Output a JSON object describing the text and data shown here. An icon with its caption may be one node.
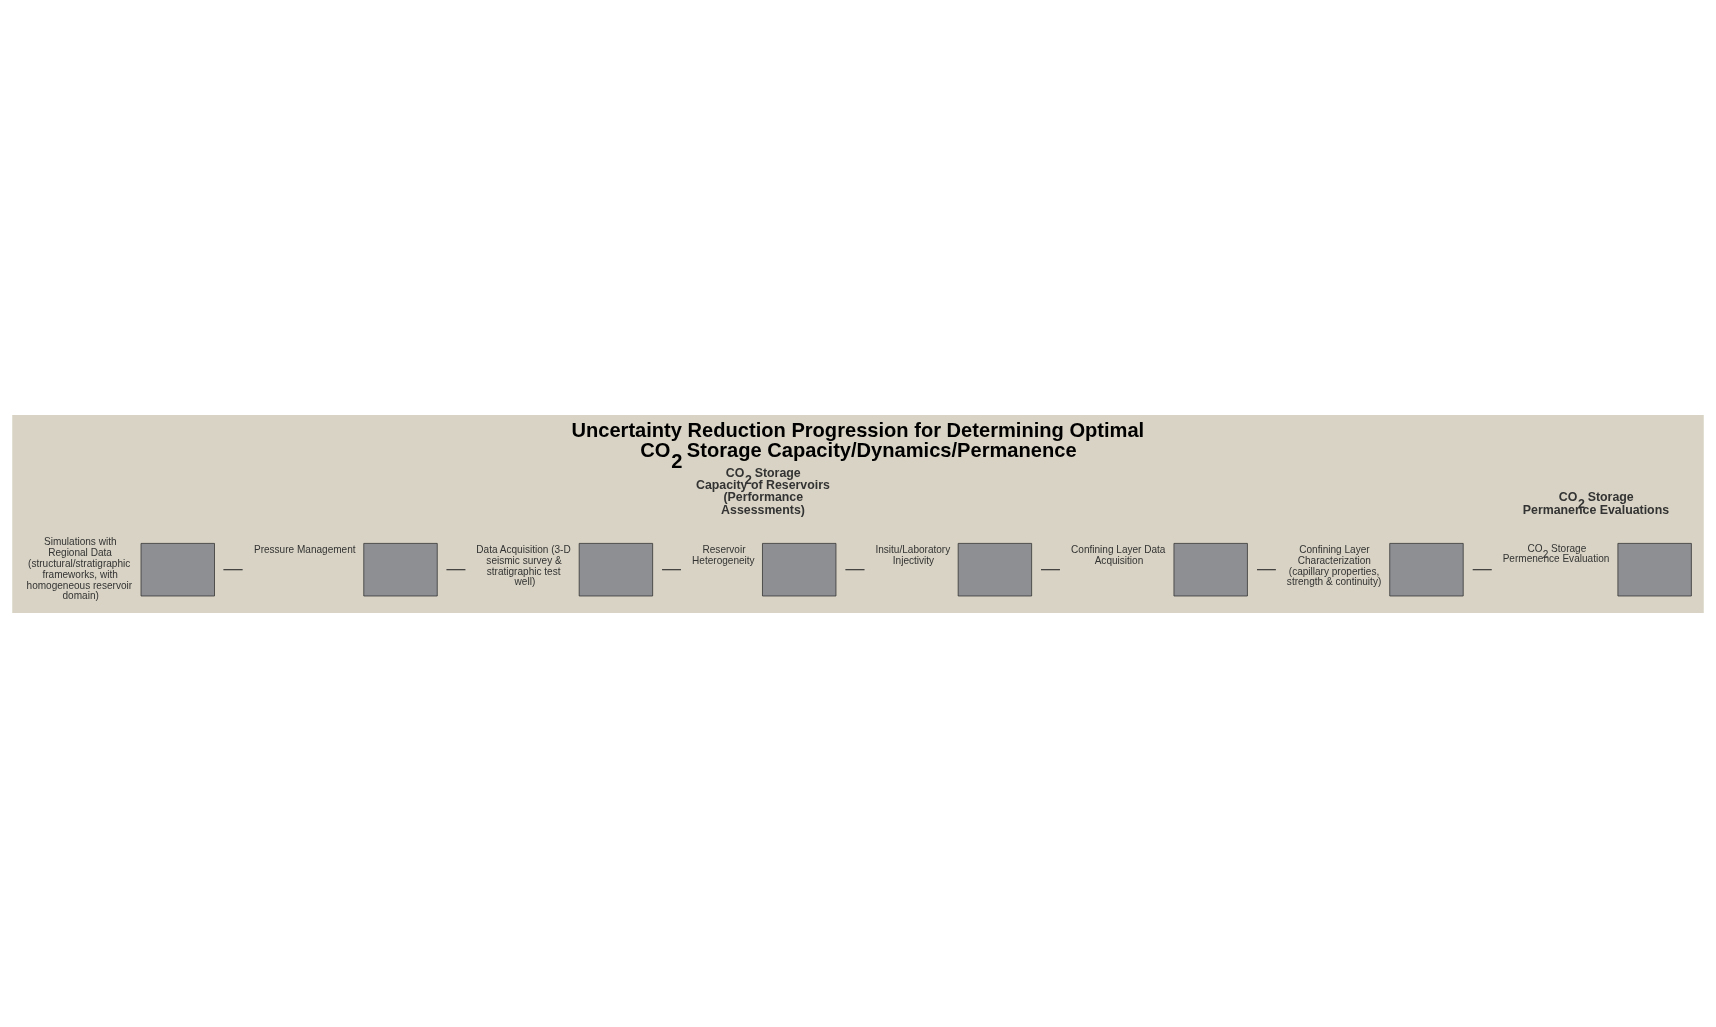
{
  "diagram": {
    "title": "Uncertainty Reduction Progression for Determining Optimal CO$_{2}$ Storage Capacity/Dynamics/Permanence",
    "nodes": [
      {
        "text": [],
        "shape": "box",
        "beside": [
          "Simulations with Regional Data (structural/stratigraphic frameworks, with homogeneous reservoir domain)"
        ]
      },
      {
        "text": [],
        "shape": "box",
        "beside": [
          "Pressure Management"
        ]
      },
      {
        "text": [],
        "shape": "box",
        "beside": [
          "Data Acquisition (3-D seismic survey & stratigraphic test well)"
        ]
      },
      {
        "text": [],
        "shape": "box",
        "beside": [
          "Reservoir Heterogeneity"
        ]
      },
      {
        "text": [],
        "shape": "box",
        "beside": [
          "Insitu/Laboratory Injectivity"
        ]
      },
      {
        "text": [],
        "shape": "box",
        "beside": [
          "Confining Layer Data Acquisition"
        ]
      },
      {
        "text": [],
        "shape": "box",
        "beside": [
          "Confining Layer Characterization (capillary properties, strength & continuity)"
        ]
      },
      {
        "text": [],
        "shape": "box",
        "beside": [
          "CO$_{2}$ Storage Permenence Evaluation"
        ]
      }
    ],
    "edges": [
      {
        "from": 0,
        "to": 1,
        "arrow": "none"
      },
      {
        "from": 1,
        "to": 2,
        "arrow": "none"
      },
      {
        "from": 2,
        "to": 3,
        "arrow": "none"
      },
      {
        "from": 3,
        "to": 4,
        "arrow": "none"
      },
      {
        "from": 4,
        "to": 5,
        "arrow": "none"
      },
      {
        "from": 5,
        "to": 6,
        "arrow": "none"
      },
      {
        "from": 6,
        "to": 7,
        "arrow": "none"
      }
    ],
    "labels": [
      "CO$_{2}$ Storage Permanence Evaluations",
      "CO$_{2}$ Storage Capacity of Reservoirs (Performance Assessments)"
    ]
  }
}
